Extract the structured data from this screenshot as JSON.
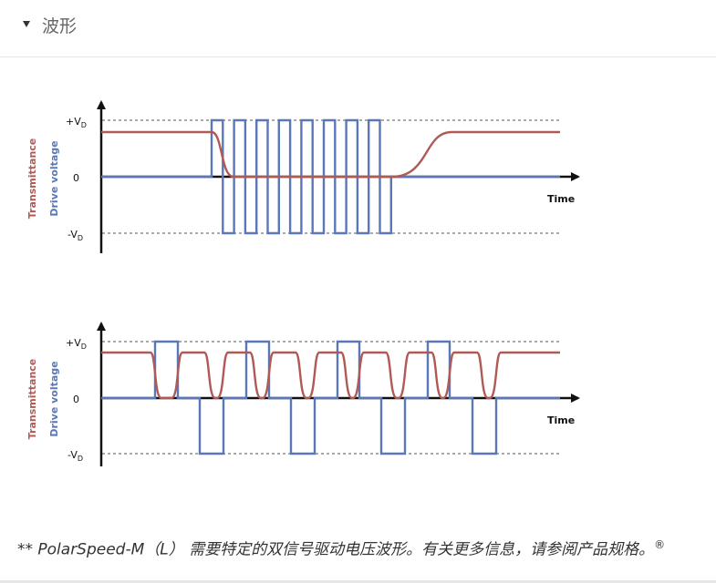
{
  "section": {
    "title": "波形",
    "toggle_icon": "caret-down-icon"
  },
  "diagrams": [
    {
      "y_top_label": "+V",
      "y_zero_label": "0",
      "y_bottom_label": "-V",
      "subscript": "D",
      "xlabel": "Time",
      "ylabel_transmittance": "Transmittance",
      "ylabel_drive": "Drive voltage"
    },
    {
      "y_top_label": "+V",
      "y_zero_label": "0",
      "y_bottom_label": "-V",
      "subscript": "D",
      "xlabel": "Time",
      "ylabel_transmittance": "Transmittance",
      "ylabel_drive": "Drive voltage"
    }
  ],
  "colors": {
    "transmittance": "#b05a55",
    "drive": "#5a78b8",
    "axis": "#111111",
    "dashed": "#555555"
  },
  "footnote": {
    "text": "** PolarSpeed-M（L） 需要特定的双信号驱动电压波形。有关更多信息，请参阅产品规格。",
    "mark": "®"
  }
}
